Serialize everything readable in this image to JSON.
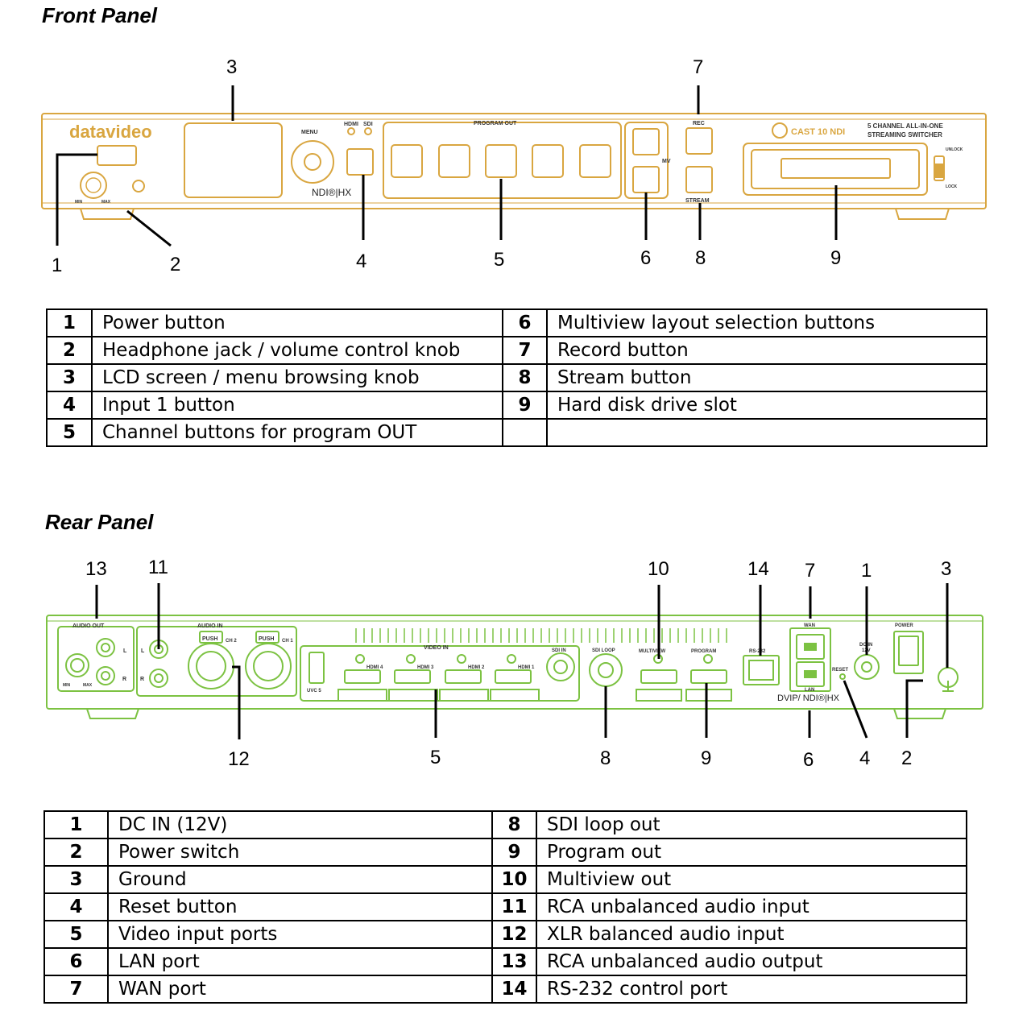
{
  "front_panel": {
    "title": "Front Panel",
    "device": {
      "brand_logo": "datavideo",
      "menu_label": "MENU",
      "hdmi_label": "HDMI",
      "sdi_label": "SDI",
      "program_out_label": "PROGRAM OUT",
      "mv_label": "MV",
      "rec_label": "REC",
      "stream_label": "STREAM",
      "ndi_label": "NDI®|HX",
      "min_label": "MIN",
      "max_label": "MAX",
      "model_name": "CAST 10 NDI",
      "model_subtitle_1": "5 CHANNEL ALL-IN-ONE",
      "model_subtitle_2": "STREAMING SWITCHER",
      "unlock_label": "UNLOCK",
      "lock_label": "LOCK",
      "accent_color": "#d9a640"
    },
    "callouts": [
      "1",
      "2",
      "3",
      "4",
      "5",
      "6",
      "7",
      "8",
      "9"
    ],
    "legend": [
      {
        "left_num": "1",
        "left_text": "Power button",
        "right_num": "6",
        "right_text": "Multiview layout selection buttons"
      },
      {
        "left_num": "2",
        "left_text": "Headphone jack / volume control knob",
        "right_num": "7",
        "right_text": "Record button"
      },
      {
        "left_num": "3",
        "left_text": "LCD screen / menu browsing knob",
        "right_num": "8",
        "right_text": "Stream button"
      },
      {
        "left_num": "4",
        "left_text": "Input 1 button",
        "right_num": "9",
        "right_text": "Hard disk drive slot"
      },
      {
        "left_num": "5",
        "left_text": "Channel buttons for program OUT",
        "right_num": "",
        "right_text": ""
      }
    ]
  },
  "rear_panel": {
    "title": "Rear Panel",
    "device": {
      "audio_out_label": "AUDIO OUT",
      "audio_in_label": "AUDIO IN",
      "push_label": "PUSH",
      "ch2_label": "CH 2",
      "ch1_label": "CH 1",
      "l_label": "L",
      "r_label": "R",
      "min_label": "MIN",
      "max_label": "MAX",
      "video_in_label": "VIDEO IN",
      "uvc_label": "UVC 5",
      "hdmi4_label": "HDMI 4",
      "hdmi3_label": "HDMI 3",
      "hdmi2_label": "HDMI 2",
      "hdmi1_label": "HDMI 1",
      "sdi_in_label": "SDI IN",
      "sdi_loop_label": "SDI LOOP",
      "multiview_label": "MULTIVIEW",
      "program_label": "PROGRAM",
      "rs232_label": "RS-232",
      "wan_label": "WAN",
      "lan_label": "LAN",
      "reset_label": "RESET",
      "dc_in_label": "DC IN",
      "dc_volt_label": "12V",
      "power_label": "POWER",
      "dvip_label": "DVIP/ NDI®|HX",
      "accent_color": "#7cc242"
    },
    "callouts": [
      "13",
      "11",
      "10",
      "14",
      "7",
      "1",
      "3",
      "12",
      "5",
      "8",
      "9",
      "6",
      "4",
      "2"
    ],
    "legend": [
      {
        "left_num": "1",
        "left_text": "DC IN (12V)",
        "right_num": "8",
        "right_text": "SDI loop out"
      },
      {
        "left_num": "2",
        "left_text": "Power switch",
        "right_num": "9",
        "right_text": "Program out"
      },
      {
        "left_num": "3",
        "left_text": "Ground",
        "right_num": "10",
        "right_text": "Multiview out"
      },
      {
        "left_num": "4",
        "left_text": "Reset button",
        "right_num": "11",
        "right_text": "RCA unbalanced audio input"
      },
      {
        "left_num": "5",
        "left_text": "Video input ports",
        "right_num": "12",
        "right_text": "XLR balanced audio input"
      },
      {
        "left_num": "6",
        "left_text": "LAN port",
        "right_num": "13",
        "right_text": "RCA unbalanced audio output"
      },
      {
        "left_num": "7",
        "left_text": "WAN port",
        "right_num": "14",
        "right_text": "RS-232 control port"
      }
    ]
  }
}
